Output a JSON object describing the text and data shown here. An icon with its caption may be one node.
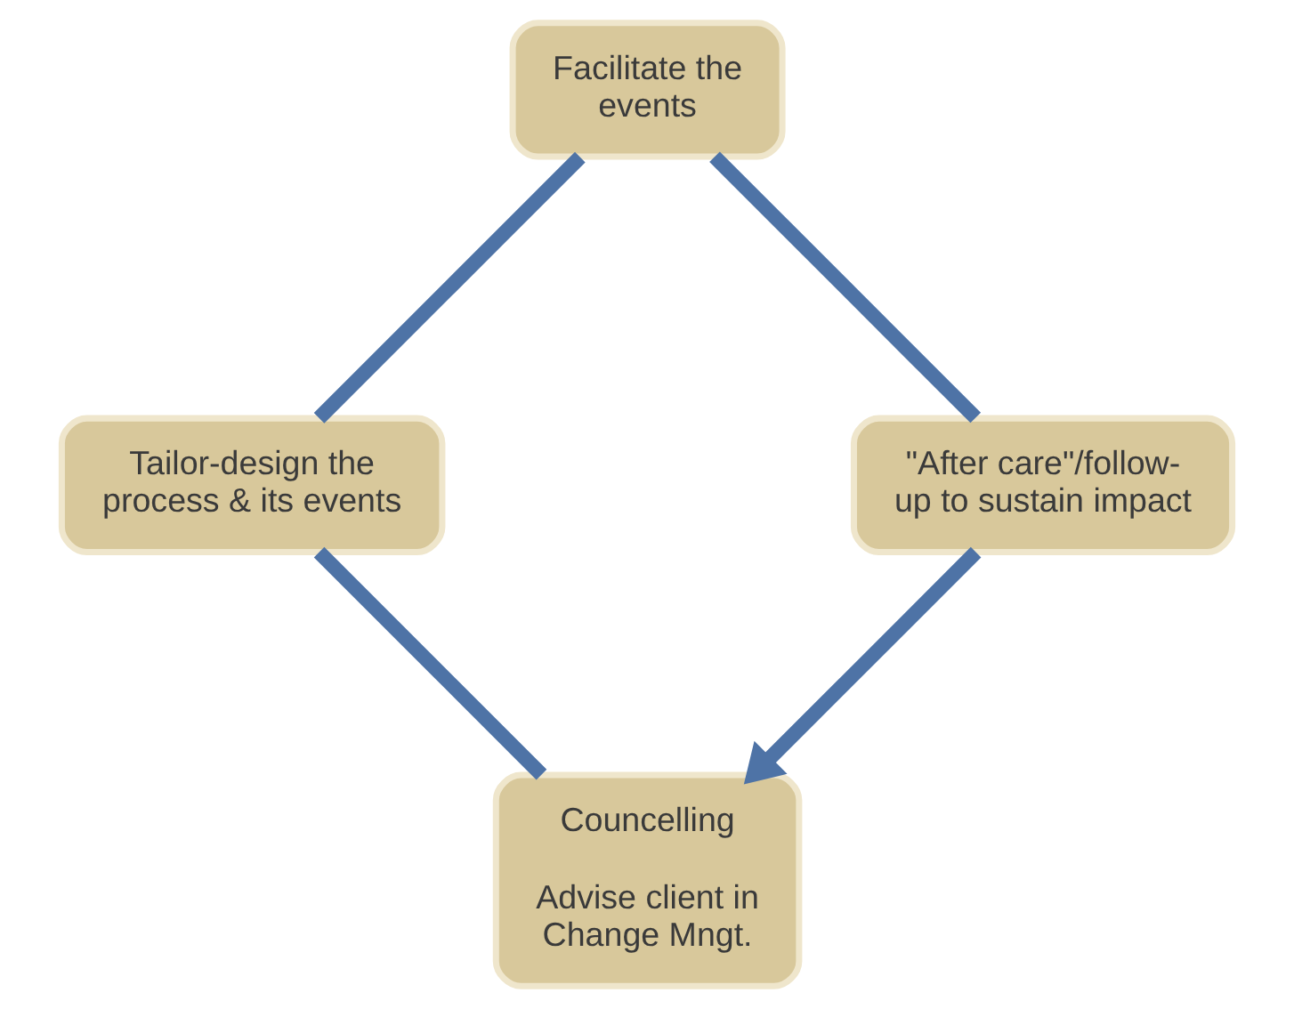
{
  "diagram": {
    "nodes": [
      {
        "text": [
          "Councelling",
          "Advise client in Change Mngt."
        ]
      },
      {
        "text": [
          "Tailor-design the process & its events"
        ]
      },
      {
        "text": [
          "Facilitate the events"
        ]
      },
      {
        "text": [
          "\"After care\"/follow-up to sustain impact"
        ]
      }
    ],
    "edges": [
      {
        "from": 0,
        "to": 1,
        "arrow": "none"
      },
      {
        "from": 1,
        "to": 2,
        "arrow": "none"
      },
      {
        "from": 2,
        "to": 3,
        "arrow": "none"
      },
      {
        "from": 3,
        "to": 0,
        "arrow": "to"
      }
    ]
  }
}
